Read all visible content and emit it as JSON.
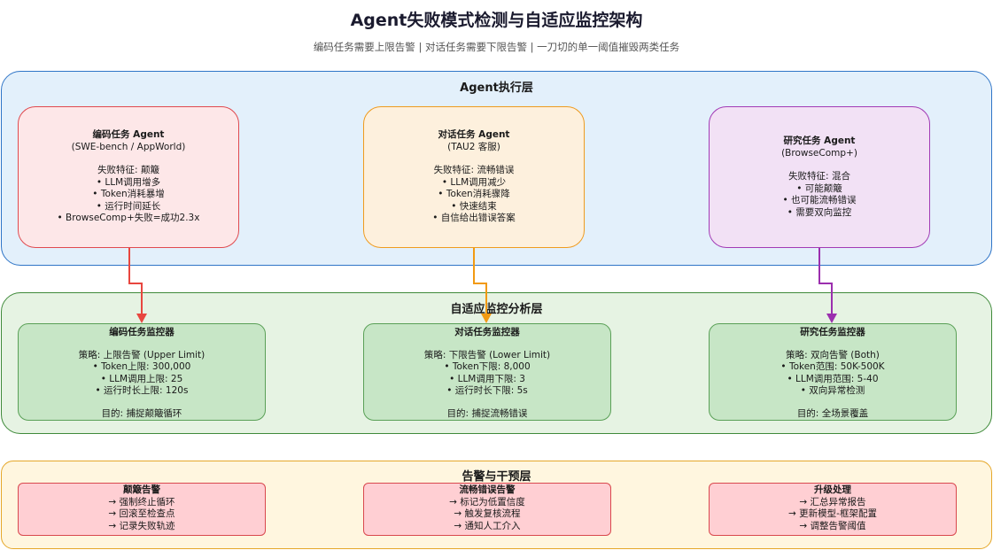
{
  "header": {
    "title": "Agent失败模式检测与自适应监控架构",
    "subtitle": "编码任务需要上限告警 | 对话任务需要下限告警 | 一刀切的单一阈值摧毁两类任务"
  },
  "layers": {
    "execution": {
      "title": "Agent执行层"
    },
    "monitoring": {
      "title": "自适应监控分析层"
    },
    "alerting": {
      "title": "告警与干预层"
    }
  },
  "agents": [
    {
      "title": "编码任务 Agent",
      "subtitle": "(SWE-bench / AppWorld)",
      "feature": "失败特征: 颠簸",
      "bullets": [
        "• LLM调用增多",
        "• Token消耗暴增",
        "• 运行时间延长",
        "• BrowseComp+失败=成功2.3x"
      ]
    },
    {
      "title": "对话任务 Agent",
      "subtitle": "(TAU2 客服)",
      "feature": "失败特征: 流畅错误",
      "bullets": [
        "• LLM调用减少",
        "• Token消耗骤降",
        "• 快速结束",
        "• 自信给出错误答案"
      ]
    },
    {
      "title": "研究任务 Agent",
      "subtitle": "(BrowseComp+)",
      "feature": "失败特征: 混合",
      "bullets": [
        "• 可能颠簸",
        "• 也可能流畅错误",
        "• 需要双向监控"
      ]
    }
  ],
  "monitors": [
    {
      "title": "编码任务监控器",
      "strategy": "策略: 上限告警 (Upper Limit)",
      "bullets": [
        "• Token上限: 300,000",
        "• LLM调用上限: 25",
        "• 运行时长上限: 120s"
      ],
      "purpose": "目的: 捕捉颠簸循环"
    },
    {
      "title": "对话任务监控器",
      "strategy": "策略: 下限告警 (Lower Limit)",
      "bullets": [
        "• Token下限: 8,000",
        "• LLM调用下限: 3",
        "• 运行时长下限: 5s"
      ],
      "purpose": "目的: 捕捉流畅错误"
    },
    {
      "title": "研究任务监控器",
      "strategy": "策略: 双向告警 (Both)",
      "bullets": [
        "• Token范围: 50K-500K",
        "• LLM调用范围: 5-40",
        "• 双向异常检测"
      ],
      "purpose": "目的: 全场景覆盖"
    }
  ],
  "alerts": [
    {
      "title": "颠簸告警",
      "actions": [
        "→ 强制终止循环",
        "→ 回滚至检查点",
        "→ 记录失败轨迹"
      ]
    },
    {
      "title": "流畅错误告警",
      "actions": [
        "→ 标记为低置信度",
        "→ 触发复核流程",
        "→ 通知人工介入"
      ]
    },
    {
      "title": "升级处理",
      "actions": [
        "→ 汇总异常报告",
        "→ 更新模型-框架配置",
        "→ 调整告警阈值"
      ]
    }
  ],
  "colors": {
    "coding": "#e8463f",
    "dialog": "#f29a12",
    "research": "#9b2fae"
  }
}
